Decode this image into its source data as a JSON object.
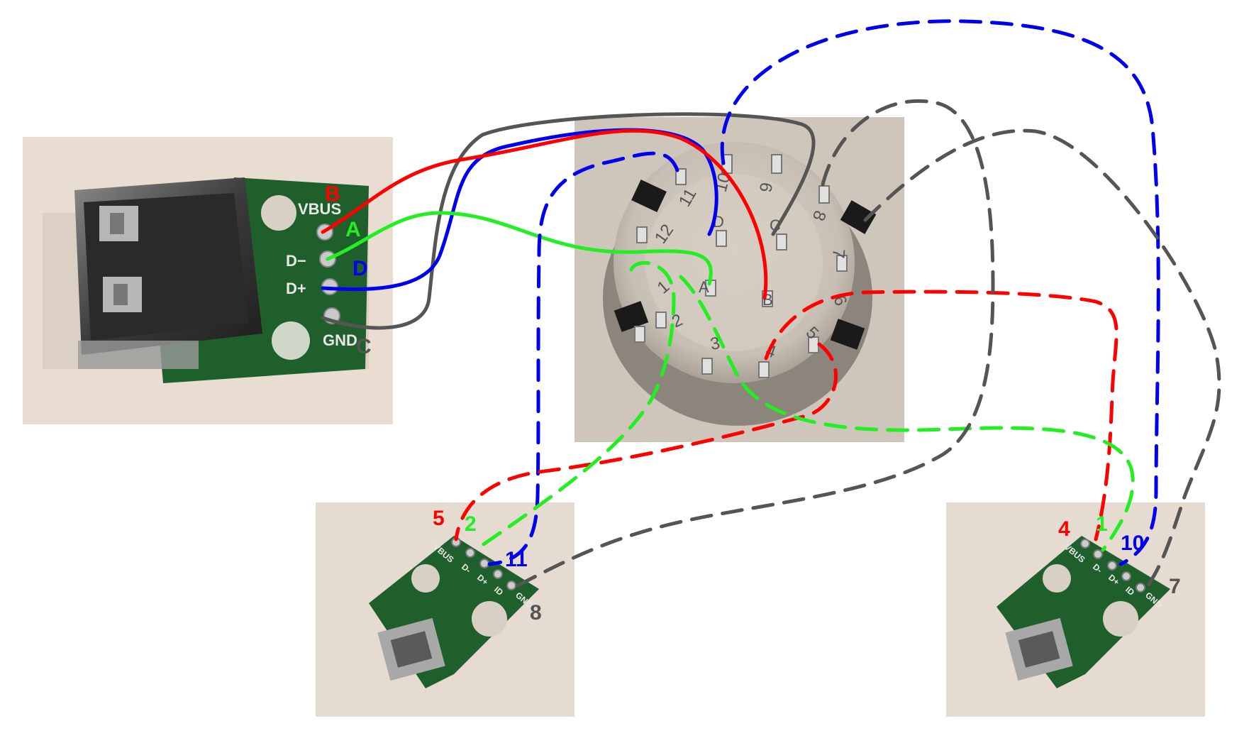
{
  "colors": {
    "red": "#ff0000",
    "green": "#22ee22",
    "blue": "#0000ee",
    "gray": "#555555",
    "photo_bg": "#e8dcd0",
    "pcb": "#1d5a2a"
  },
  "usb_a_board": {
    "silk": {
      "vbus": "VBUS",
      "dminus": "D−",
      "dplus": "D+",
      "gnd": "GND"
    },
    "wire_labels": {
      "b": "B",
      "a": "A",
      "d": "D",
      "c": "C"
    }
  },
  "rotary_switch": {
    "dial_numbers": [
      "10",
      "9",
      "11",
      "12",
      "1",
      "2",
      "3",
      "4",
      "5",
      "6",
      "7",
      "8"
    ],
    "terminal_letters": [
      "D",
      "C",
      "A",
      "B"
    ]
  },
  "micro_usb_left": {
    "silk": {
      "vbus": "VBUS",
      "dm": "D-",
      "dp": "D+",
      "id": "ID",
      "gnd": "GND"
    },
    "labels": {
      "vbus": "5",
      "dm": "2",
      "dp": "11",
      "gnd": "8"
    }
  },
  "micro_usb_right": {
    "silk": {
      "vbus": "VBUS",
      "dm": "D-",
      "dp": "D+",
      "id": "ID",
      "gnd": "GND"
    },
    "labels": {
      "vbus": "4",
      "dm": "1",
      "dp": "10",
      "gnd": "7"
    }
  }
}
